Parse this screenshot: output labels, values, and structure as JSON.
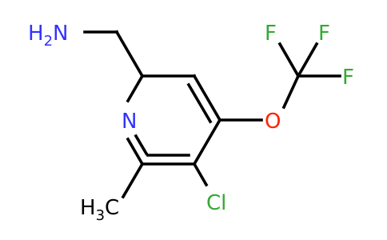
{
  "molecule": {
    "atoms": {
      "amine": {
        "text": "H",
        "sub": "2",
        "tail": "N",
        "color": "#3333ff"
      },
      "nitrogen": {
        "text": "N",
        "color": "#3333ff"
      },
      "chlorine": {
        "text": "Cl",
        "color": "#33aa33"
      },
      "methyl": {
        "text": "H",
        "sub": "3",
        "tail": "C",
        "color": "#000000"
      },
      "oxygen": {
        "text": "O",
        "color": "#ff2200"
      },
      "fluorine_1": {
        "text": "F",
        "color": "#33aa33"
      },
      "fluorine_2": {
        "text": "F",
        "color": "#33aa33"
      },
      "fluorine_3": {
        "text": "F",
        "color": "#33aa33"
      }
    },
    "bond_color": "#000000"
  }
}
